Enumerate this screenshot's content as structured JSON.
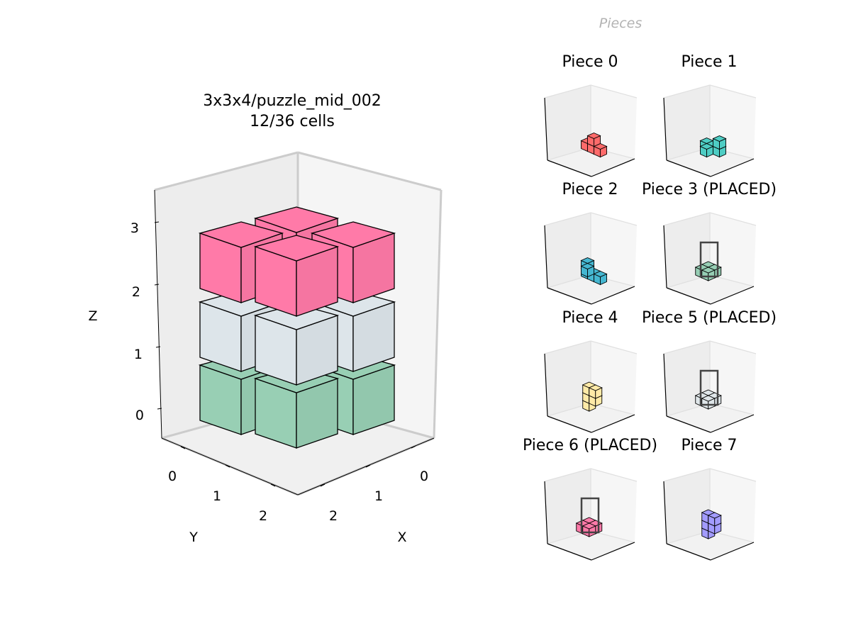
{
  "main": {
    "title_line1": "3x3x4/puzzle_mid_002",
    "title_line2": "12/36 cells",
    "x_label": "X",
    "y_label": "Y",
    "z_label": "Z",
    "x_ticks": [
      "0",
      "1",
      "2"
    ],
    "y_ticks": [
      "0",
      "1",
      "2"
    ],
    "z_ticks": [
      "0",
      "1",
      "2",
      "3"
    ]
  },
  "layers": [
    {
      "z": 3,
      "color": "#ff7aa8",
      "piece": "Piece 6 (PLACED)"
    },
    {
      "z": 2,
      "color": "#dde5ea",
      "piece": "Piece 5 (PLACED)"
    },
    {
      "z": 1,
      "color": "#98cfb4",
      "piece": "Piece 3 (PLACED)"
    }
  ],
  "pieces_header": "Pieces",
  "pieces": [
    {
      "label": "Piece 0",
      "color": "#ff6b6b",
      "placed": false
    },
    {
      "label": "Piece 1",
      "color": "#4ecdc4",
      "placed": false
    },
    {
      "label": "Piece 2",
      "color": "#45b7d1",
      "placed": false
    },
    {
      "label": "Piece 3 (PLACED)",
      "color": "#96ceb4",
      "placed": true
    },
    {
      "label": "Piece 4",
      "color": "#ffeaa7",
      "placed": false
    },
    {
      "label": "Piece 5 (PLACED)",
      "color": "#dfe6e9",
      "placed": true
    },
    {
      "label": "Piece 6 (PLACED)",
      "color": "#fd79a8",
      "placed": true
    },
    {
      "label": "Piece 7",
      "color": "#a29bfe",
      "placed": false
    }
  ]
}
